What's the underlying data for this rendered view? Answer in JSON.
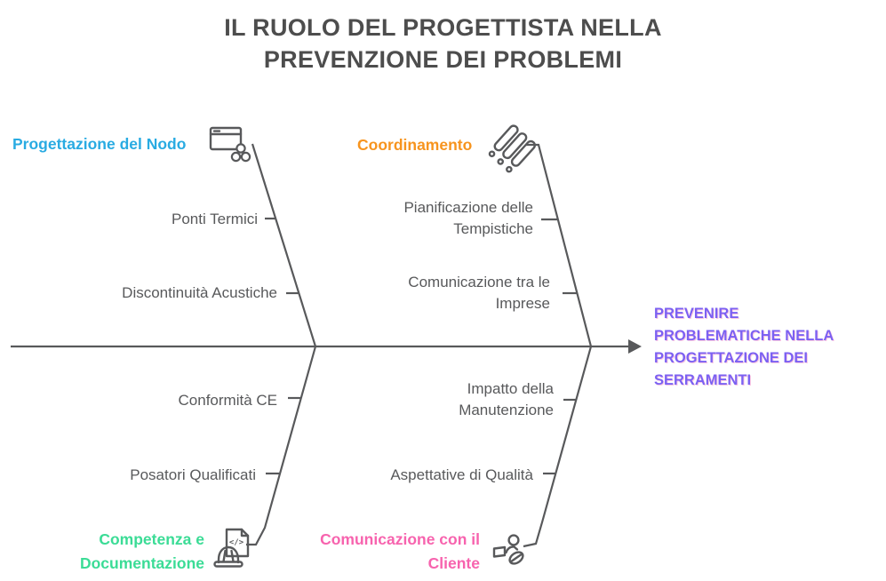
{
  "title": {
    "lines": [
      "IL RUOLO DEL PROGETTISTA NELLA",
      "PREVENZIONE DEI PROBLEMI"
    ]
  },
  "goal": {
    "lines": [
      "PREVENIRE",
      "PROBLEMATICHE NELLA",
      "PROGETTAZIONE DEI",
      "SERRAMENTI"
    ]
  },
  "branches": {
    "top_left": {
      "label": "Progettazione del Nodo",
      "icon": "window-frame-icon",
      "items": [
        "Ponti Termici",
        "Discontinuità Acustiche"
      ]
    },
    "top_right": {
      "label": "Coordinamento",
      "icon": "checklist-icon",
      "items": [
        "Pianificazione delle Tempistiche",
        "Comunicazione tra le Imprese"
      ]
    },
    "bottom_left": {
      "label": "Competenza e Documentazione",
      "icon": "hardhat-document-icon",
      "items": [
        "Conformità CE",
        "Posatori Qualificati"
      ]
    },
    "bottom_right": {
      "label": "Comunicazione con il Cliente",
      "icon": "person-laptop-icon",
      "items": [
        "Impatto della Manutenzione",
        "Aspettative di Qualità"
      ]
    }
  },
  "colors": {
    "cyan": "#29ABE2",
    "orange": "#F7941E",
    "green": "#3BDC96",
    "pink": "#F763AE",
    "purple": "#7B61F2",
    "line_gray": "#58595B",
    "title_gray": "#4D4D4D"
  }
}
